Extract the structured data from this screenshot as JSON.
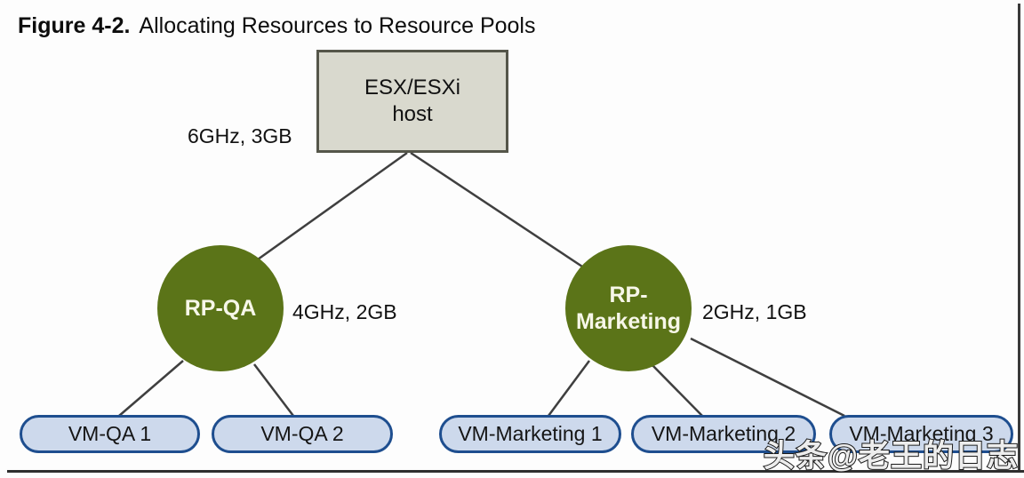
{
  "figure": {
    "label": "Figure 4-2.",
    "title": "Allocating Resources to Resource Pools"
  },
  "diagram": {
    "host": {
      "name": "ESX/ESXi host",
      "line1": "ESX/ESXi",
      "line2": "host",
      "resources": "6GHz, 3GB"
    },
    "pools": [
      {
        "name": "RP-QA",
        "line1": "RP-QA",
        "line2": "",
        "resources": "4GHz, 2GB"
      },
      {
        "name": "RP-Marketing",
        "line1": "RP-",
        "line2": "Marketing",
        "resources": "2GHz, 1GB"
      }
    ],
    "vms": [
      {
        "label": "VM-QA 1"
      },
      {
        "label": "VM-QA 2"
      },
      {
        "label": "VM-Marketing 1"
      },
      {
        "label": "VM-Marketing 2"
      },
      {
        "label": "VM-Marketing 3"
      }
    ]
  },
  "watermark": "头条@老王的日志",
  "colors": {
    "pool_green": "#5b7418",
    "host_fill": "#d9d9ce",
    "host_border": "#55564a",
    "vm_fill": "#cdd9ec",
    "vm_border": "#1e4e8f",
    "line": "#3f3f3f"
  }
}
